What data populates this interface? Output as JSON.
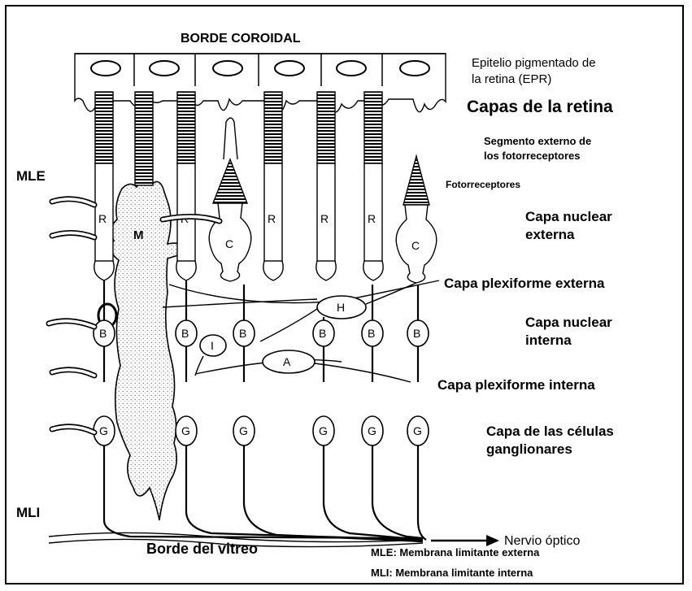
{
  "labels": {
    "borde_coroidal": "BORDE COROIDAL",
    "epr_line1": "Epitelio pigmentado de",
    "epr_line2": "la retina (EPR)",
    "capas_title": "Capas de la retina",
    "segmento_line1": "Segmento externo de",
    "segmento_line2": "los fotorreceptores",
    "fotorreceptores": "Fotorreceptores",
    "mle": "MLE",
    "nuclear_externa_line1": "Capa nuclear",
    "nuclear_externa_line2": "externa",
    "plexiforme_externa": "Capa plexiforme externa",
    "nuclear_interna_line1": "Capa nuclear",
    "nuclear_interna_line2": "interna",
    "plexiforme_interna": "Capa plexiforme interna",
    "ganglionares_line1": "Capa de las células",
    "ganglionares_line2": "ganglionares",
    "mli": "MLI",
    "nervio_optico": "Nervio óptico",
    "borde_vitreo": "Borde del vitreo",
    "legend_mle": "MLE: Membrana limitante externa",
    "legend_mli": "MLI: Membrana limitante interna"
  },
  "cells": {
    "rod": "R",
    "cone": "C",
    "muller": "M",
    "bipolar": "B",
    "ganglion": "G",
    "horizontal": "H",
    "amacrine": "A",
    "interplexiform": "I"
  },
  "colors": {
    "ink": "#000000",
    "stipple": "#d9d9d9",
    "background": "#ffffff"
  }
}
